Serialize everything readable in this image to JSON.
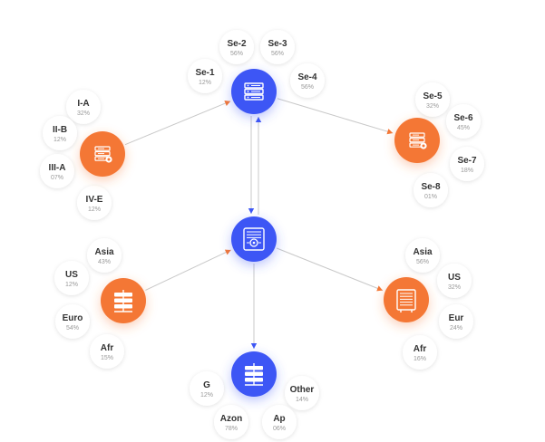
{
  "colors": {
    "blue": "#3d56f5",
    "orange": "#f47736",
    "line": "#c8c8c8",
    "arrow_blue": "#3d56f5",
    "arrow_orange": "#f47736"
  },
  "hubs": [
    {
      "id": "top",
      "color": "blue",
      "icon": "server-rack-icon"
    },
    {
      "id": "center",
      "color": "blue",
      "icon": "server-chip-icon"
    },
    {
      "id": "left",
      "color": "orange",
      "icon": "server-list-icon"
    },
    {
      "id": "right",
      "color": "orange",
      "icon": "server-gear-icon"
    },
    {
      "id": "bottom_left",
      "color": "orange",
      "icon": "server-stack-icon"
    },
    {
      "id": "bottom_right",
      "color": "orange",
      "icon": "server-grid-icon"
    },
    {
      "id": "bottom",
      "color": "blue",
      "icon": "server-stack-icon"
    }
  ],
  "labels": [
    {
      "hub": "top",
      "name": "Se-1",
      "pct": "12%"
    },
    {
      "hub": "top",
      "name": "Se-2",
      "pct": "56%"
    },
    {
      "hub": "top",
      "name": "Se-3",
      "pct": "56%"
    },
    {
      "hub": "top",
      "name": "Se-4",
      "pct": "56%"
    },
    {
      "hub": "left",
      "name": "I-A",
      "pct": "32%"
    },
    {
      "hub": "left",
      "name": "II-B",
      "pct": "12%"
    },
    {
      "hub": "left",
      "name": "III-A",
      "pct": "07%"
    },
    {
      "hub": "left",
      "name": "IV-E",
      "pct": "12%"
    },
    {
      "hub": "right",
      "name": "Se-5",
      "pct": "32%"
    },
    {
      "hub": "right",
      "name": "Se-6",
      "pct": "45%"
    },
    {
      "hub": "right",
      "name": "Se-7",
      "pct": "18%"
    },
    {
      "hub": "right",
      "name": "Se-8",
      "pct": "01%"
    },
    {
      "hub": "bottom_left",
      "name": "Asia",
      "pct": "43%"
    },
    {
      "hub": "bottom_left",
      "name": "US",
      "pct": "12%"
    },
    {
      "hub": "bottom_left",
      "name": "Euro",
      "pct": "54%"
    },
    {
      "hub": "bottom_left",
      "name": "Afr",
      "pct": "15%"
    },
    {
      "hub": "bottom_right",
      "name": "Asia",
      "pct": "56%"
    },
    {
      "hub": "bottom_right",
      "name": "US",
      "pct": "32%"
    },
    {
      "hub": "bottom_right",
      "name": "Eur",
      "pct": "24%"
    },
    {
      "hub": "bottom_right",
      "name": "Afr",
      "pct": "16%"
    },
    {
      "hub": "bottom",
      "name": "G",
      "pct": "12%"
    },
    {
      "hub": "bottom",
      "name": "Other",
      "pct": "14%"
    },
    {
      "hub": "bottom",
      "name": "Azon",
      "pct": "78%"
    },
    {
      "hub": "bottom",
      "name": "Ap",
      "pct": "06%"
    }
  ],
  "edges": [
    {
      "from": "left",
      "to": "top",
      "arrow": "orange"
    },
    {
      "from": "top",
      "to": "right",
      "arrow": "orange"
    },
    {
      "from": "top",
      "to": "center",
      "arrow": "blue"
    },
    {
      "from": "center",
      "to": "top",
      "arrow": "blue"
    },
    {
      "from": "bottom_left",
      "to": "center",
      "arrow": "orange"
    },
    {
      "from": "center",
      "to": "bottom_right",
      "arrow": "orange"
    },
    {
      "from": "center",
      "to": "bottom",
      "arrow": "blue"
    }
  ]
}
